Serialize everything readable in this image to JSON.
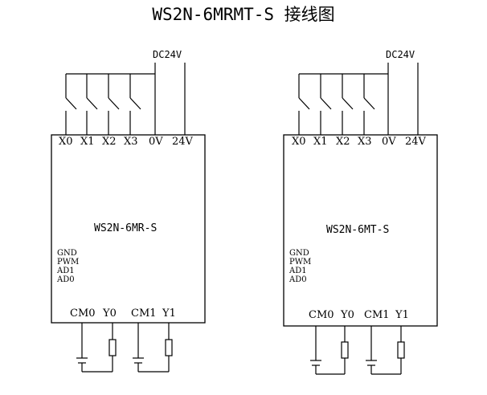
{
  "title": "WS2N-6MRMT-S 接线图",
  "modules": [
    {
      "model": "WS2N-6MR-S",
      "supply": "DC24V",
      "inputs": [
        "X0",
        "X1",
        "X2",
        "X3",
        "0V",
        "24V"
      ],
      "side_labels": [
        "GND",
        "PWM",
        "AD1",
        "AD0"
      ],
      "outputs": [
        "CM0",
        "Y0",
        "CM1",
        "Y1"
      ]
    },
    {
      "model": "WS2N-6MT-S",
      "supply": "DC24V",
      "inputs": [
        "X0",
        "X1",
        "X2",
        "X3",
        "0V",
        "24V"
      ],
      "side_labels": [
        "GND",
        "PWM",
        "AD1",
        "AD0"
      ],
      "outputs": [
        "CM0",
        "Y0",
        "CM1",
        "Y1"
      ]
    }
  ]
}
